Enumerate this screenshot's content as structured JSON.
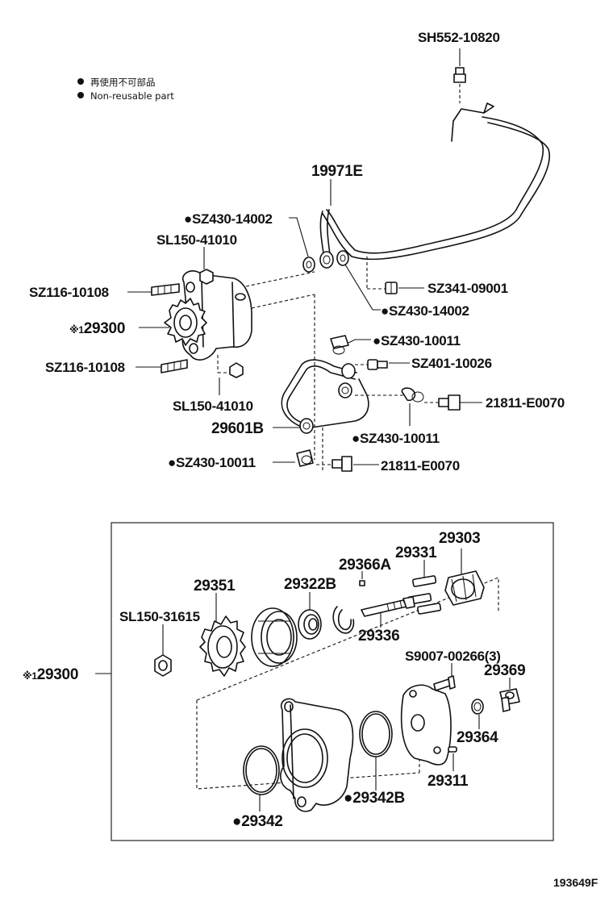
{
  "legend": {
    "symbol": "●",
    "japanese": "再使用不可部品",
    "english": "Non-reusable part"
  },
  "labels": {
    "bolt_sh552": "SH552-10820",
    "pipe_19971e": "19971E",
    "gasket_sz430_14002_left": "SZ430-14002",
    "nut_sl150_41010_top": "SL150-41010",
    "stud_sz116_10108_top": "SZ116-10108",
    "pump_29300_top": "29300",
    "stud_sz116_10108_bottom": "SZ116-10108",
    "nut_sl150_41010_bottom": "SL150-41010",
    "hose_29601b": "29601B",
    "gasket_sz430_10011_left": "SZ430-10011",
    "bolt_sz341_09001": "SZ341-09001",
    "gasket_sz430_14002_right": "SZ430-14002",
    "gasket_sz430_10011_top": "SZ430-10011",
    "bolt_sz401_10026": "SZ401-10026",
    "bolt_21811_e0070_right": "21811-E0070",
    "gasket_sz430_10011_mid": "SZ430-10011",
    "bolt_21811_e0070_bottom": "21811-E0070",
    "rotor_29303": "29303",
    "vane_29331": "29331",
    "pin_29366a": "29366A",
    "gear_29351": "29351",
    "bearing_29322b": "29322B",
    "nut_sl150_31615": "SL150-31615",
    "shaft_29336": "29336",
    "pump_29300_assy": "29300",
    "screw_s9007": "S9007-00266(3)",
    "valve_29369": "29369",
    "washer_29364": "29364",
    "pin_29311": "29311",
    "oring_29342": "29342",
    "oring_29342b": "29342B"
  },
  "marks": {
    "non_reusable": "●",
    "ref_mark": "※1"
  },
  "figure_id": "193649F"
}
